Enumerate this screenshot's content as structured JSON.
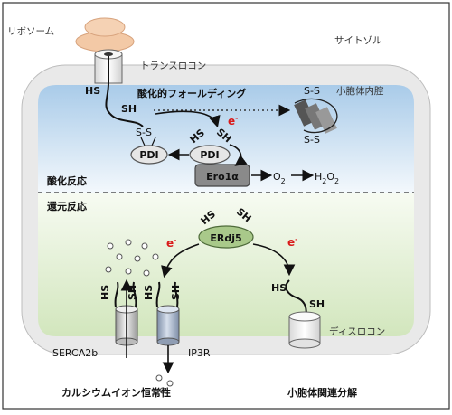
{
  "labels": {
    "ribosome": "リボソーム",
    "cytosol": "サイトゾル",
    "translocon": "トランスロコン",
    "er_lumen": "小胞体内腔",
    "oxidative_folding": "酸化的フォールディング",
    "oxidation_reaction": "酸化反応",
    "reduction_reaction": "還元反応",
    "dislocon": "ディスロコン",
    "serca": "SERCA2b",
    "ip3r": "IP3R",
    "calcium_homeostasis": "カルシウムイオン恒常性",
    "erad": "小胞体関連分解"
  },
  "chem": {
    "hs": "HS",
    "sh": "SH",
    "ss": "S-S",
    "s": "S",
    "electron": "e",
    "electron_sup": "-",
    "o2_main": "O",
    "o2_sub": "2",
    "h2o2_h": "H",
    "h2o2_2": "2",
    "h2o2_o": "O",
    "h2o2_2b": "2"
  },
  "proteins": {
    "pdi": "PDI",
    "ero1": "Ero1α",
    "erdj5": "ERdj5"
  },
  "colors": {
    "electron_red": "#d91a1a",
    "pdi_fill": "#e4e4e4",
    "ero1_fill": "#8a8a8a",
    "erdj5_fill": "#a9c98a",
    "lumen_oxidation_top": "#b9d6ee",
    "lumen_reduction_bottom": "#dcebc9"
  }
}
